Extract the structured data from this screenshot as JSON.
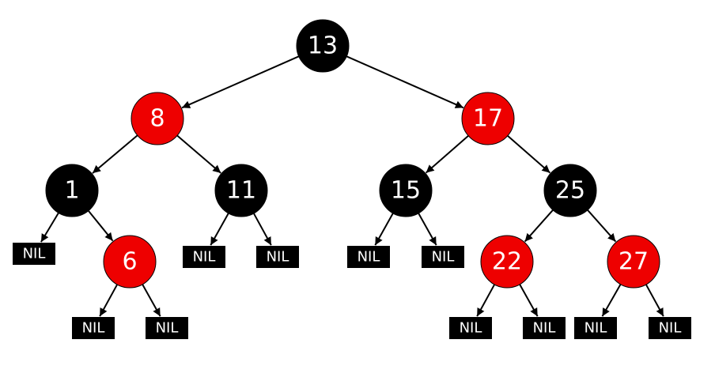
{
  "colors": {
    "red": "#ee0000",
    "black": "#000000",
    "edge": "#000000",
    "label": "#ffffff"
  },
  "tree": {
    "nodes": [
      {
        "id": "n13",
        "label": "13",
        "color": "black"
      },
      {
        "id": "n8",
        "label": "8",
        "color": "red"
      },
      {
        "id": "n17",
        "label": "17",
        "color": "red"
      },
      {
        "id": "n1",
        "label": "1",
        "color": "black"
      },
      {
        "id": "n11",
        "label": "11",
        "color": "black"
      },
      {
        "id": "n15",
        "label": "15",
        "color": "black"
      },
      {
        "id": "n25",
        "label": "25",
        "color": "black"
      },
      {
        "id": "n6",
        "label": "6",
        "color": "red"
      },
      {
        "id": "n22",
        "label": "22",
        "color": "red"
      },
      {
        "id": "n27",
        "label": "27",
        "color": "red"
      }
    ],
    "nil_leaves": [
      {
        "id": "nil-1-left",
        "label": "NIL"
      },
      {
        "id": "nil-6-left",
        "label": "NIL"
      },
      {
        "id": "nil-6-right",
        "label": "NIL"
      },
      {
        "id": "nil-11-left",
        "label": "NIL"
      },
      {
        "id": "nil-11-right",
        "label": "NIL"
      },
      {
        "id": "nil-15-left",
        "label": "NIL"
      },
      {
        "id": "nil-15-right",
        "label": "NIL"
      },
      {
        "id": "nil-22-left",
        "label": "NIL"
      },
      {
        "id": "nil-22-right",
        "label": "NIL"
      },
      {
        "id": "nil-27-left",
        "label": "NIL"
      },
      {
        "id": "nil-27-right",
        "label": "NIL"
      }
    ],
    "edges": [
      [
        "n13",
        "n8"
      ],
      [
        "n13",
        "n17"
      ],
      [
        "n8",
        "n1"
      ],
      [
        "n8",
        "n11"
      ],
      [
        "n17",
        "n15"
      ],
      [
        "n17",
        "n25"
      ],
      [
        "n1",
        "nil-1-left"
      ],
      [
        "n1",
        "n6"
      ],
      [
        "n6",
        "nil-6-left"
      ],
      [
        "n6",
        "nil-6-right"
      ],
      [
        "n11",
        "nil-11-left"
      ],
      [
        "n11",
        "nil-11-right"
      ],
      [
        "n15",
        "nil-15-left"
      ],
      [
        "n15",
        "nil-15-right"
      ],
      [
        "n25",
        "n22"
      ],
      [
        "n25",
        "n27"
      ],
      [
        "n22",
        "nil-22-left"
      ],
      [
        "n22",
        "nil-22-right"
      ],
      [
        "n27",
        "nil-27-left"
      ],
      [
        "n27",
        "nil-27-right"
      ]
    ]
  }
}
